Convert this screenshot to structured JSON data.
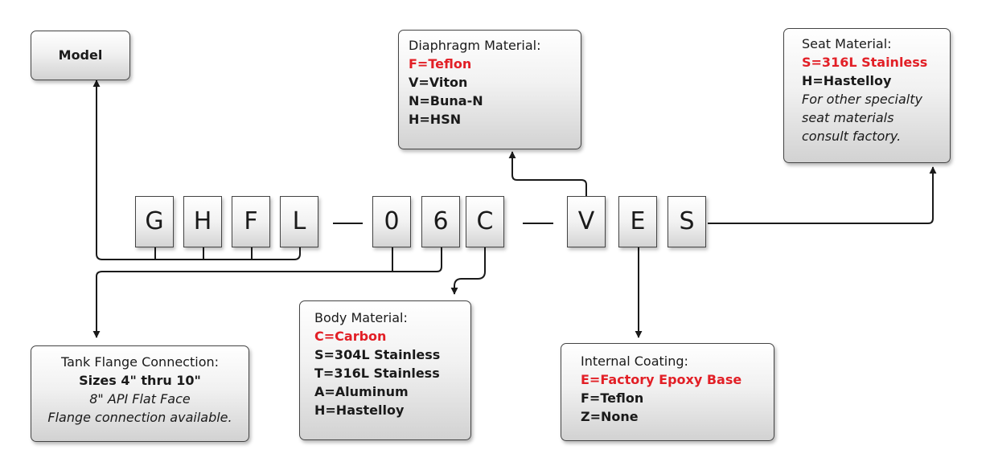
{
  "model_label": "Model",
  "code_chars": [
    "G",
    "H",
    "F",
    "L",
    "0",
    "6",
    "C",
    "V",
    "E",
    "S"
  ],
  "diaphragm": {
    "title": "Diaphragm Material:",
    "options": [
      "F=Teflon",
      "V=Viton",
      "N=Buna-N",
      "H=HSN"
    ]
  },
  "seat": {
    "title": "Seat Material:",
    "options": [
      "S=316L Stainless",
      "H=Hastelloy"
    ],
    "note": [
      "For other specialty",
      "seat materials",
      "consult factory."
    ]
  },
  "tank": {
    "title": "Tank Flange Connection:",
    "sizes": "Sizes 4\" thru 10\"",
    "note": [
      "8\" API Flat Face",
      "Flange connection available."
    ]
  },
  "body": {
    "title": "Body Material:",
    "options": [
      "C=Carbon",
      "S=304L Stainless",
      "T=316L Stainless",
      "A=Aluminum",
      "H=Hastelloy"
    ]
  },
  "coating": {
    "title": "Internal Coating:",
    "options": [
      "E=Factory Epoxy Base",
      "F=Teflon",
      "Z=None"
    ]
  },
  "colors": {
    "highlight": "#e21f26",
    "line": "#1a1a1a"
  }
}
